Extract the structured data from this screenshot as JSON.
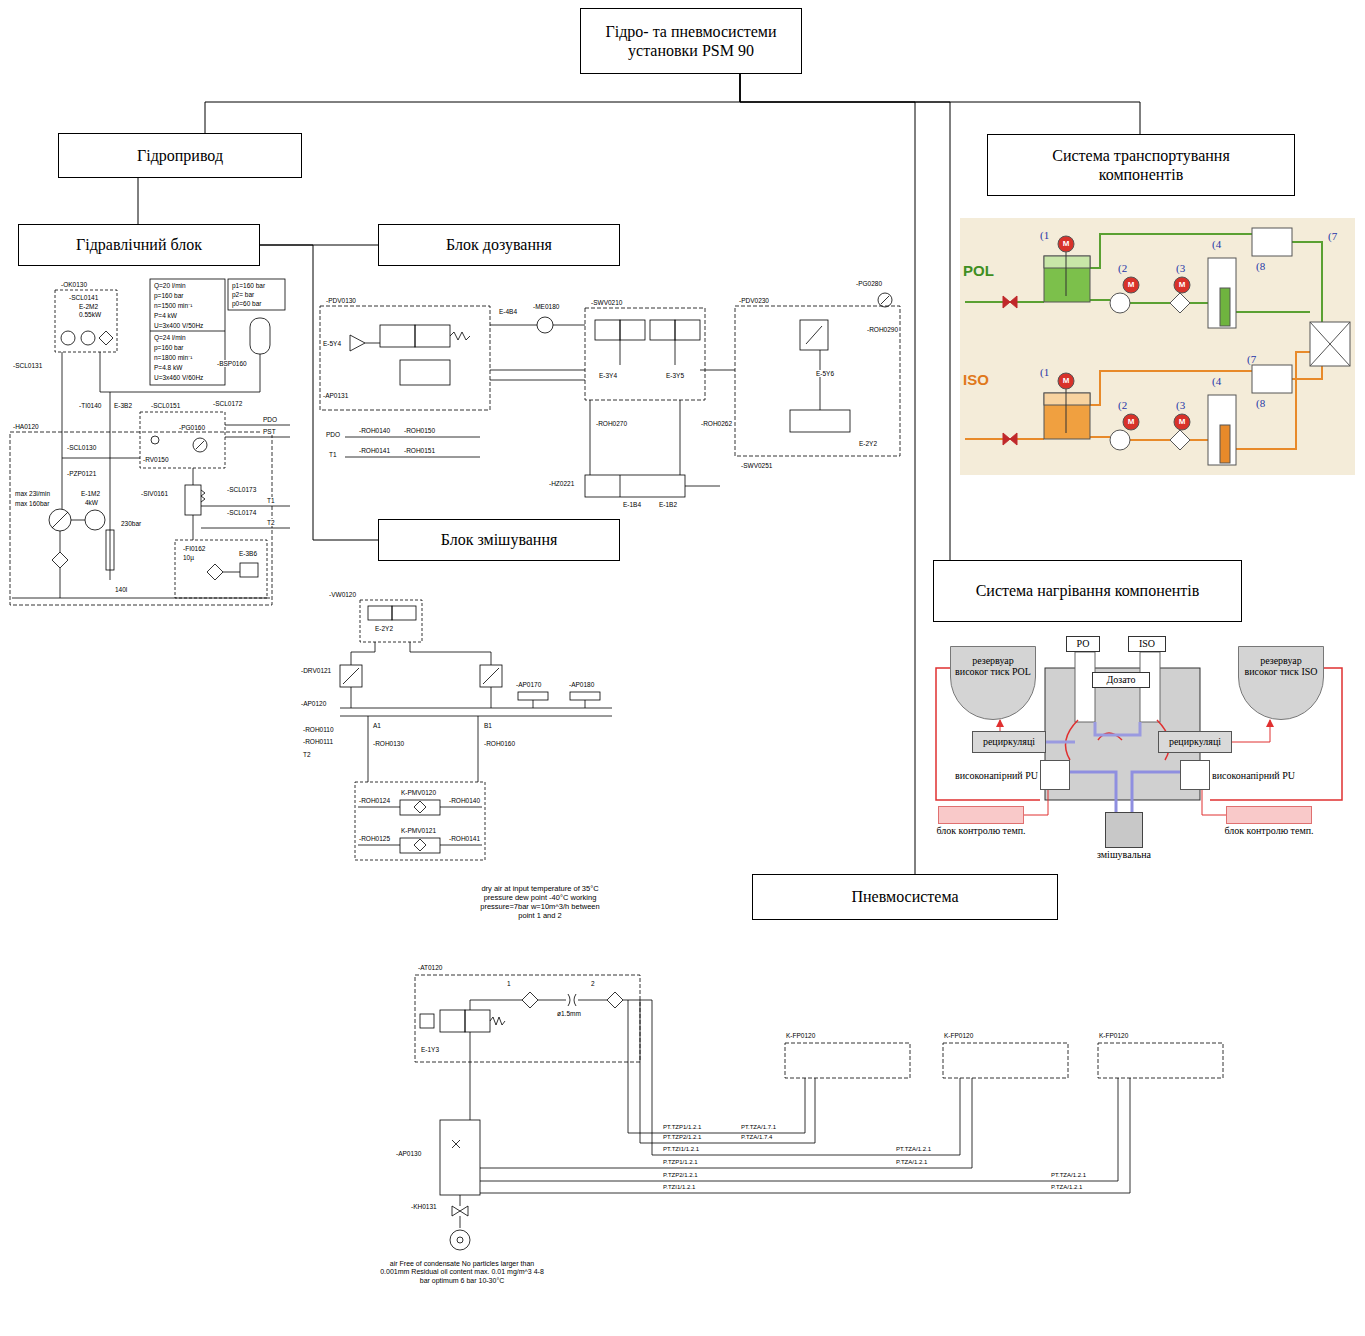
{
  "diagram": {
    "nodes": [
      {
        "text": [
          "Гідро- та пневмосистеми установки PSM 90"
        ]
      },
      {
        "text": [
          "Гідропривод"
        ]
      },
      {
        "text": [
          "Гідравлічний блок"
        ]
      },
      {
        "text": [
          "Блок дозування"
        ]
      },
      {
        "text": [
          "Блок змішування"
        ]
      },
      {
        "text": [
          "Система транспортування компонентів"
        ]
      },
      {
        "text": [
          "Система нагрівання компонентів"
        ]
      },
      {
        "text": [
          "Пневмосистема"
        ]
      },
      {
        "text": [
          "PO"
        ]
      },
      {
        "text": [
          "ISO"
        ]
      },
      {
        "text": [
          "Дозато"
        ]
      },
      {
        "text": [
          "резервуар високог тиск POL"
        ]
      },
      {
        "text": [
          "резервуар високог тиск ISO"
        ]
      },
      {
        "text": [
          "рециркуляці"
        ]
      },
      {
        "text": [
          "рециркуляці"
        ]
      },
      {
        "text": [
          "високонапірний PU"
        ]
      },
      {
        "text": [
          "високонапірний PU"
        ]
      },
      {
        "text": [
          "блок контролю темп."
        ]
      },
      {
        "text": [
          "блок контролю темп."
        ]
      },
      {
        "text": [
          "змішувальна"
        ]
      }
    ],
    "edges": [
      {
        "from": 0,
        "to": 1,
        "arrow": "none"
      },
      {
        "from": 0,
        "to": 5,
        "arrow": "none"
      },
      {
        "from": 0,
        "to": 6,
        "arrow": "none"
      },
      {
        "from": 0,
        "to": 7,
        "arrow": "none"
      },
      {
        "from": 1,
        "to": 2,
        "arrow": "none"
      },
      {
        "from": 2,
        "to": 3,
        "arrow": "none"
      },
      {
        "from": 2,
        "to": 4,
        "arrow": "none"
      },
      {
        "from": 13,
        "to": 11,
        "arrow": "to"
      },
      {
        "from": 14,
        "to": 12,
        "arrow": "to"
      },
      {
        "from": 17,
        "to": 15,
        "arrow": "none"
      },
      {
        "from": 18,
        "to": 16,
        "arrow": "none"
      },
      {
        "from": 15,
        "to": 19,
        "arrow": "none"
      },
      {
        "from": 16,
        "to": 19,
        "arrow": "none"
      }
    ],
    "labels": [
      "-OK0130",
      "-SCL0141",
      "E-2M2",
      "0.55kW",
      "Q=20 l/min",
      "p=160 bar",
      "n=1500 min⁻¹",
      "P=4 kW",
      "U=3x400 V/50Hz",
      "Q=24 l/min",
      "p=160 bar",
      "n=1800 min⁻¹",
      "P=4.8 kW",
      "U=3x460 V/60Hz",
      "p1=160 bar",
      "p2= bar",
      "p0=60 bar",
      "-BSP0160",
      "-SCL0131",
      "-TI0140",
      "E-3B2",
      "-SCL0151",
      "-SCL0172",
      "-HA0120",
      "-SCL0130",
      "-PG0160",
      "-RV0150",
      "-SIV0161",
      "230bar",
      "-PZP0121",
      "E-1M2",
      "4kW",
      "-FI0162",
      "10µ",
      "E-3B6",
      "140l",
      "PDO",
      "PST",
      "T1",
      "T2",
      "-SCL0173",
      "-SCL0174",
      "max 23l/min",
      "max 160bar",
      "-PDV0130",
      "E-5Y4",
      "-AP0131",
      "-ME0180",
      "E-4B4",
      "-SWV0210",
      "E-3Y4",
      "E-3Y5",
      "-PDV0230",
      "-PG0280",
      "E-5Y6",
      "-ROH0290",
      "E-2Y2",
      "-ROH0140",
      "-ROH0150",
      "-ROH0141",
      "-ROH0151",
      "PDO",
      "T1",
      "-HZ0221",
      "E-1B4",
      "E-1B2",
      "-ROH0270",
      "-ROH0262",
      "-SWV0251",
      "-VW0120",
      "E-2Y2",
      "-DRV0121",
      "-AP0170",
      "-AP0180",
      "-AP0120",
      "-ROH0110",
      "-ROH0111",
      "T2",
      "-ROH0130",
      "A1",
      "B1",
      "-ROH0160",
      "-ROH0124",
      "K-PMV0120",
      "-ROH0140",
      "-ROH0125",
      "K-PMV0121",
      "-ROH0141",
      "dry air at input temperature of 35°C pressure dew point -40°C working pressure=7bar w=10m^3/h between point 1 and 2",
      "-AT0120",
      "1",
      "2",
      "ø1.5mm",
      "E-1Y3",
      "K-FP0120",
      "K-FP0120",
      "K-FP0120",
      "-AP0130",
      "-KH0131",
      "air Free of condensate No particles larger than 0.001mm Residual oil content max. 0.01 mg/m^3 4-8 bar optimum 6 bar 10-30°C",
      "PT.TZP1/1.2.1",
      "PT.TZP2/1.2.1",
      "PT.TZI1/1.2.1",
      "P.TZP1/1.2.1",
      "P.TZP2/1.2.1",
      "P.TZI1/1.2.1",
      "PT.TZA/1.7.1",
      "P.TZA/1.7.4",
      "PT.TZA/1.2.1",
      "P.TZA/1.2.1",
      "PT.TZA/1.2.1",
      "P.TZA/1.2.1",
      "POL",
      "ISO",
      "(1",
      "(2",
      "(3",
      "(4",
      "(7",
      "(8",
      "(1",
      "(2",
      "(3",
      "(4",
      "(7",
      "(8",
      "M",
      "M",
      "M",
      "M",
      "M",
      "M"
    ]
  }
}
